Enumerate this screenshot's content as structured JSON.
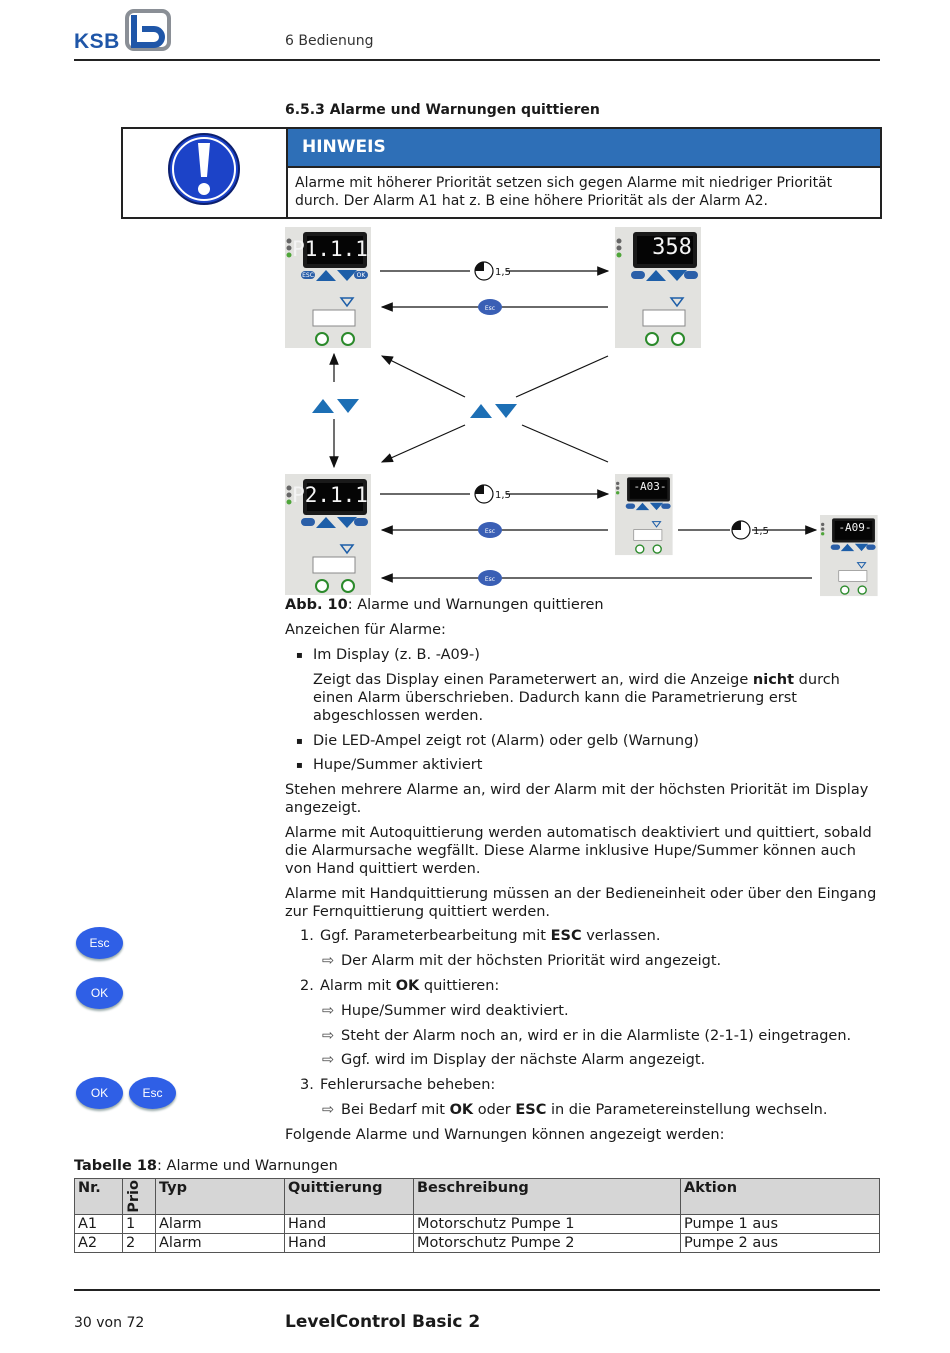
{
  "header": {
    "logo_text": "KSB",
    "chapter": "6 Bedienung"
  },
  "section_title": "6.5.3 Alarme und Warnungen quittieren",
  "notice": {
    "heading": "HINWEIS",
    "text": "Alarme mit höherer Priorität setzen sich gegen Alarme mit niedriger Priorität durch. Der Alarm A1 hat z. B eine höhere Priorität als der Alarm A2."
  },
  "figure": {
    "displays": [
      "P1.1.1",
      "358",
      "P2.1.1",
      "-A03-",
      "-A09-"
    ],
    "timer_label": "1,5",
    "esc_label": "Esc",
    "panel_esc": "ESC",
    "panel_ok": "OK",
    "caption_bold": "Abb. 10",
    "caption_rest": ": Alarme und Warnungen quittieren"
  },
  "body": {
    "indicators_heading": "Anzeichen für Alarme:",
    "bullet1": "Im Display (z. B. -A09-)",
    "bullet1_detail_pre": "Zeigt das Display einen Parameterwert an, wird die Anzeige ",
    "bullet1_detail_bold": "nicht",
    "bullet1_detail_post": " durch einen Alarm überschrieben. Dadurch kann die Parametrierung erst abgeschlossen werden.",
    "bullet2": "Die LED-Ampel zeigt rot (Alarm) oder gelb (Warnung)",
    "bullet3": "Hupe/Summer aktiviert",
    "para1": "Stehen mehrere Alarme an, wird der Alarm mit der höchsten Priorität im Display angezeigt.",
    "para2": "Alarme mit Autoquittierung werden automatisch deaktiviert und quittiert, sobald die Alarmursache wegfällt. Diese Alarme inklusive Hupe/Summer können auch von Hand quittiert werden.",
    "para3": "Alarme mit Handquittierung müssen an der Bedieneinheit oder über den Eingang zur Fernquittierung quittiert werden.",
    "step1_pre": "Ggf. Parameterbearbeitung mit ",
    "step1_bold": "ESC",
    "step1_post": " verlassen.",
    "step1_result": "Der Alarm mit der höchsten Priorität wird angezeigt.",
    "step2_pre": "Alarm mit ",
    "step2_bold": "OK",
    "step2_post": " quittieren:",
    "step2_result1": "Hupe/Summer wird deaktiviert.",
    "step2_result2": "Steht der Alarm noch an, wird er in die Alarmliste (2-1-1) eingetragen.",
    "step2_result3": "Ggf. wird im Display der nächste Alarm angezeigt.",
    "step3": "Fehlerursache beheben:",
    "step3_result_pre": "Bei Bedarf mit ",
    "step3_result_bold1": "OK",
    "step3_result_mid": " oder ",
    "step3_result_bold2": "ESC",
    "step3_result_post": " in die Parametereinstellung wechseln.",
    "para4": "Folgende Alarme und Warnungen können angezeigt werden:"
  },
  "side_buttons": {
    "esc": "Esc",
    "ok": "OK"
  },
  "table": {
    "caption_bold": "Tabelle 18",
    "caption_rest": ": Alarme und Warnungen",
    "headers": [
      "Nr.",
      "Prio",
      "Typ",
      "Quittierung",
      "Beschreibung",
      "Aktion"
    ],
    "rows": [
      [
        "A1",
        "1",
        "Alarm",
        "Hand",
        "Motorschutz Pumpe 1",
        "Pumpe 1 aus"
      ],
      [
        "A2",
        "2",
        "Alarm",
        "Hand",
        "Motorschutz Pumpe 2",
        "Pumpe 2 aus"
      ]
    ]
  },
  "footer": {
    "page": "30 von 72",
    "title": "LevelControl Basic 2"
  },
  "colors": {
    "brand_blue": "#1f56a8",
    "notice_blue": "#2e6fb7",
    "button_blue": "#2f5fe6"
  }
}
